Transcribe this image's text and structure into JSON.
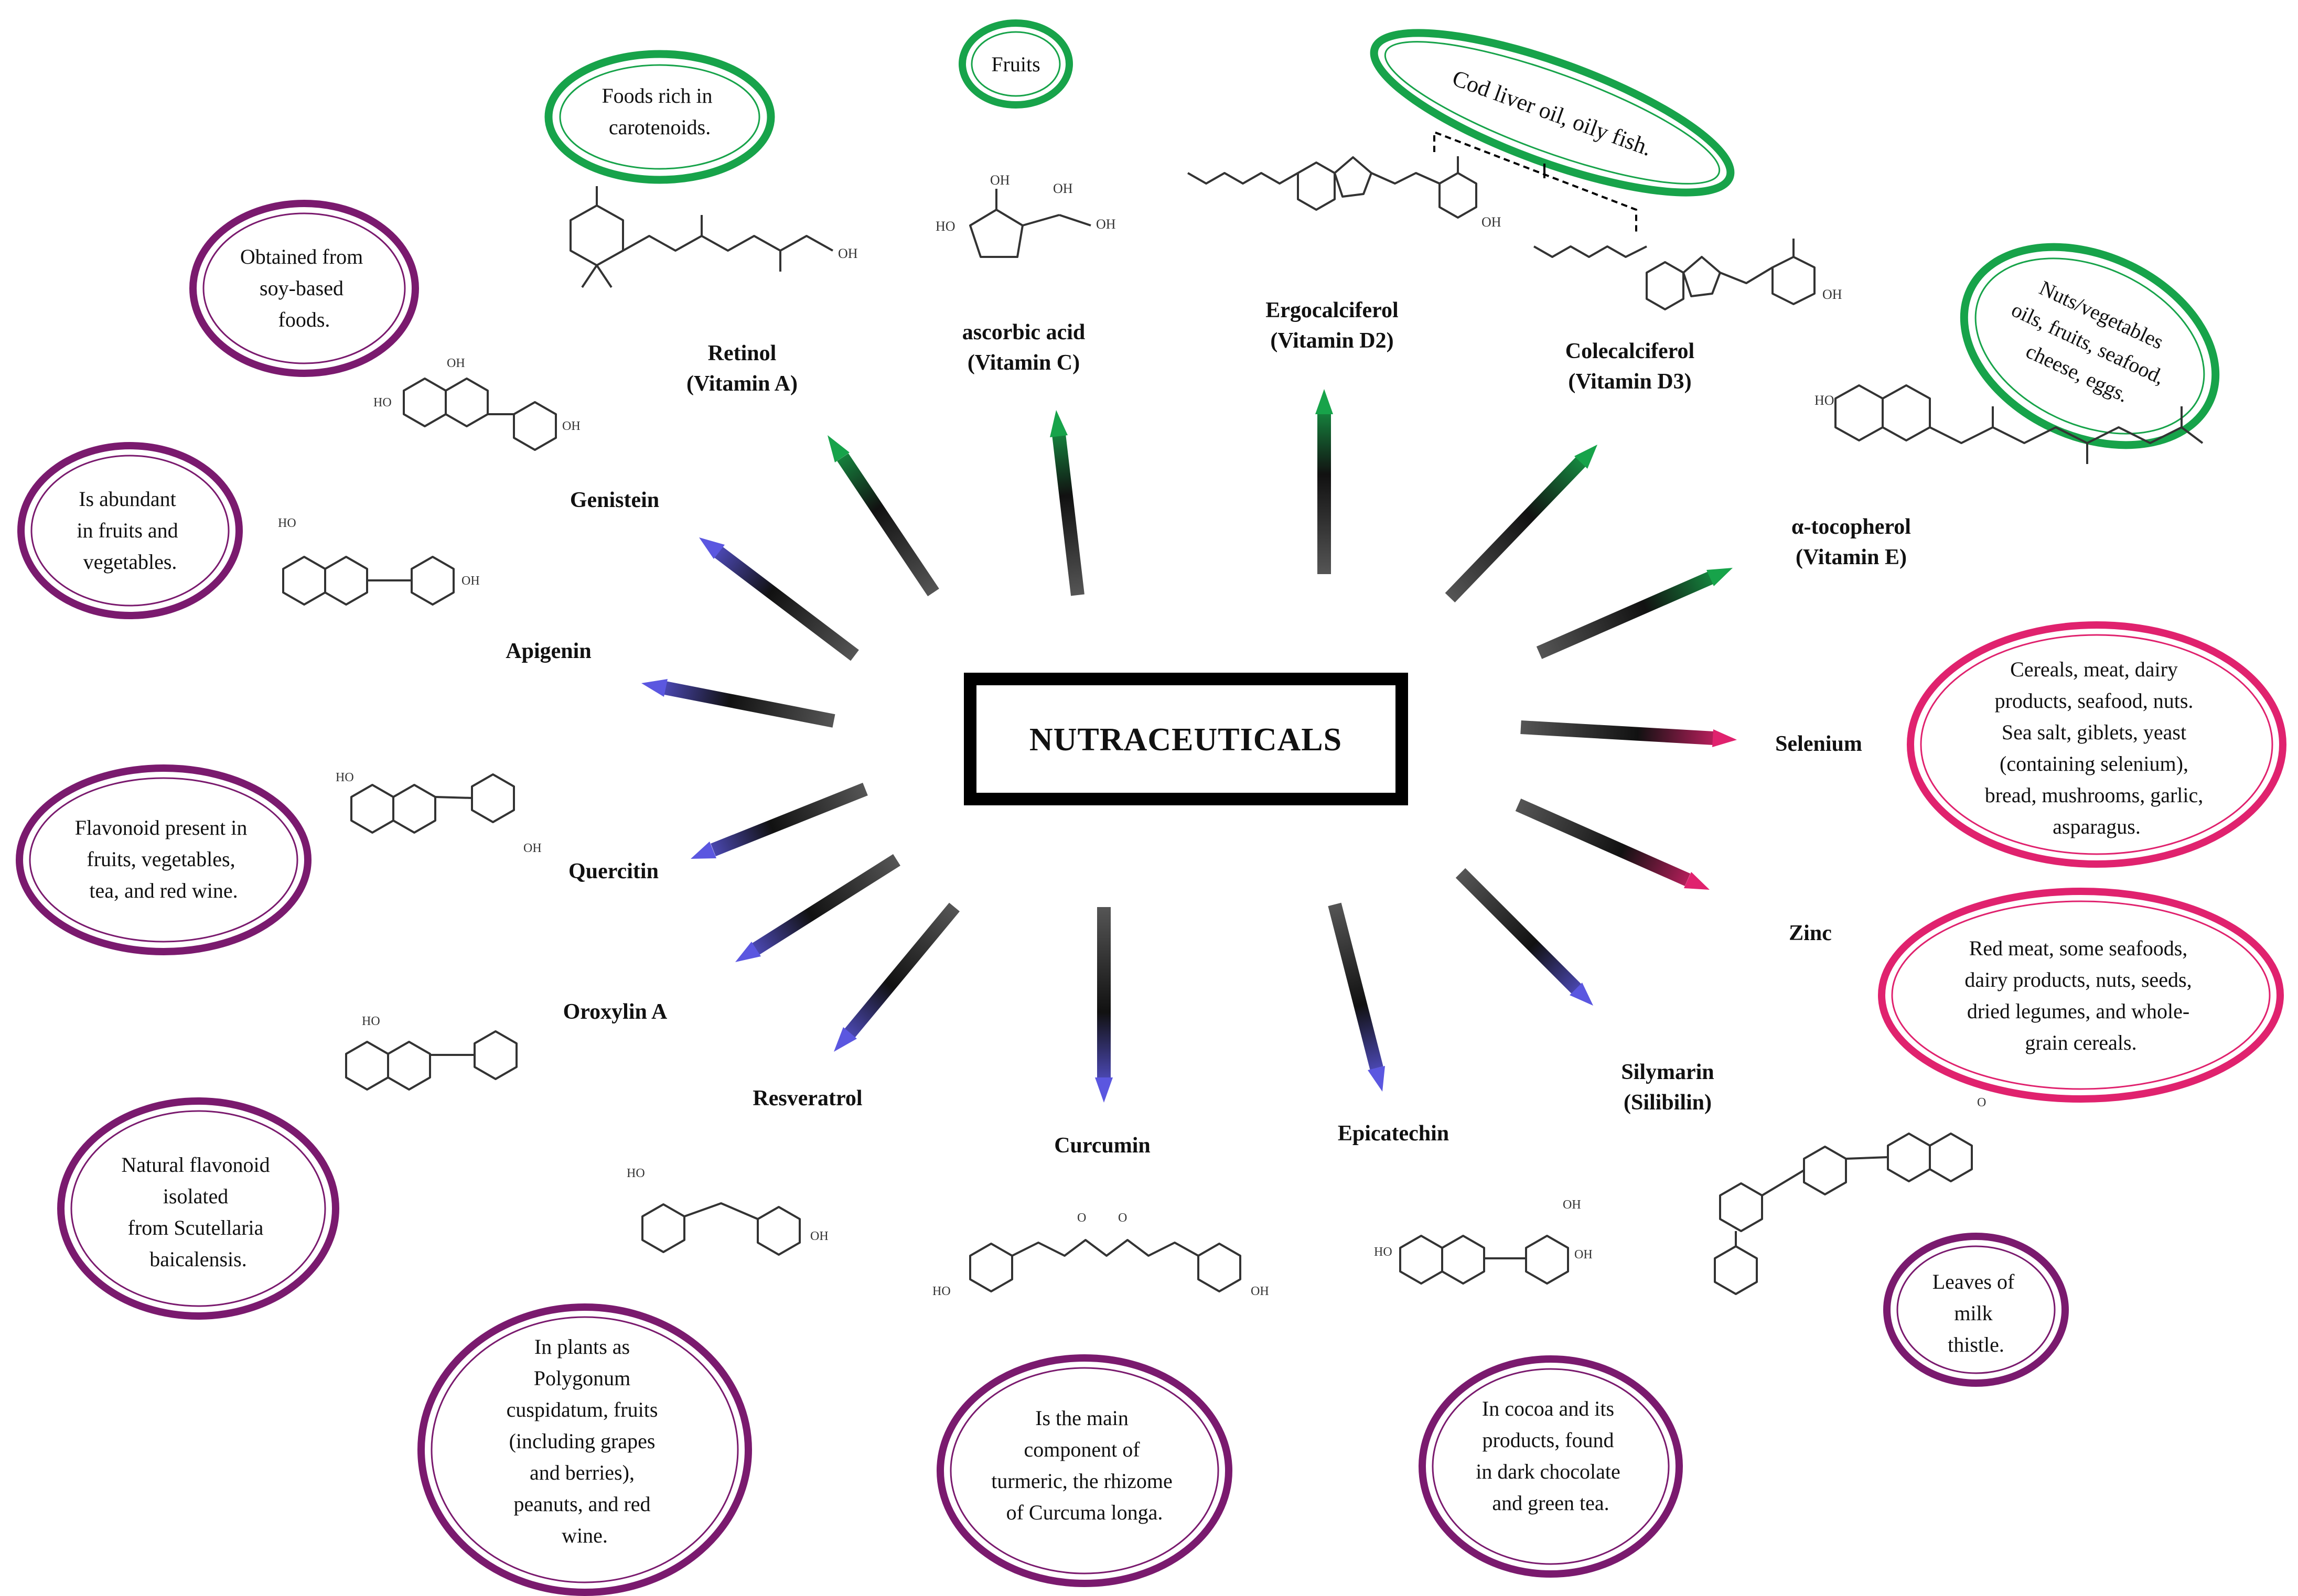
{
  "center": {
    "title": "NUTRACEUTICALS"
  },
  "colors": {
    "vitamin": "#17a34a",
    "polyphenol": "#5b57e0",
    "mineral": "#e0226e",
    "polyphenol_oval": "#7a1a6e",
    "ink": "#000000"
  },
  "compounds": [
    {
      "key": "retinol",
      "name": "Retinol",
      "name2": "(Vitamin A)",
      "group": "vitamin",
      "source": [
        "Foods rich in",
        "carotenoids."
      ]
    },
    {
      "key": "ascorbic",
      "name": "ascorbic acid",
      "name2": "(Vitamin C)",
      "group": "vitamin",
      "source": [
        "Fruits"
      ]
    },
    {
      "key": "ergocalciferol",
      "name": "Ergocalciferol",
      "name2": "(Vitamin D2)",
      "group": "vitamin",
      "source": [
        "Cod liver oil, oily fish."
      ]
    },
    {
      "key": "colecalciferol",
      "name": "Colecalciferol",
      "name2": "(Vitamin D3)",
      "group": "vitamin",
      "source": []
    },
    {
      "key": "tocopherol",
      "name": "α-tocopherol",
      "name2": "(Vitamin E)",
      "group": "vitamin",
      "source": [
        "Nuts/vegetables",
        "oils, fruits, seafood,",
        "cheese, eggs."
      ]
    },
    {
      "key": "selenium",
      "name": "Selenium",
      "name2": "",
      "group": "mineral",
      "source": [
        "Cereals, meat, dairy",
        "products, seafood, nuts.",
        "Sea salt, giblets, yeast",
        "(containing selenium),",
        "bread, mushrooms, garlic,",
        "asparagus."
      ]
    },
    {
      "key": "zinc",
      "name": "Zinc",
      "name2": "",
      "group": "mineral",
      "source": [
        "Red meat, some seafoods,",
        "dairy products, nuts, seeds,",
        "dried legumes, and whole-",
        "grain cereals."
      ]
    },
    {
      "key": "silymarin",
      "name": "Silymarin",
      "name2": "(Silibilin)",
      "group": "polyphenol",
      "source": [
        "Leaves of",
        "milk",
        "thistle."
      ]
    },
    {
      "key": "epicatechin",
      "name": "Epicatechin",
      "name2": "",
      "group": "polyphenol",
      "source": [
        "In cocoa and its",
        "products, found",
        "in dark chocolate",
        "and green tea."
      ]
    },
    {
      "key": "curcumin",
      "name": "Curcumin",
      "name2": "",
      "group": "polyphenol",
      "source": [
        "Is the main",
        "component of",
        "turmeric,  the rhizome",
        "of Curcuma longa."
      ]
    },
    {
      "key": "resveratrol",
      "name": "Resveratrol",
      "name2": "",
      "group": "polyphenol",
      "source": [
        "In plants as",
        "Polygonum",
        "cuspidatum, fruits",
        "(including grapes",
        "and berries),",
        "peanuts, and red",
        "wine."
      ]
    },
    {
      "key": "oroxylin",
      "name": "Oroxylin  A",
      "name2": "",
      "group": "polyphenol",
      "source": [
        "Natural flavonoid",
        "isolated",
        "from Scutellaria",
        "baicalensis."
      ]
    },
    {
      "key": "quercitin",
      "name": "Quercitin",
      "name2": "",
      "group": "polyphenol",
      "source": [
        "Flavonoid present in",
        "fruits, vegetables,",
        "tea, and red wine."
      ]
    },
    {
      "key": "apigenin",
      "name": "Apigenin",
      "name2": "",
      "group": "polyphenol",
      "source": [
        "Is abundant",
        "in fruits and",
        "vegetables."
      ]
    },
    {
      "key": "genistein",
      "name": "Genistein",
      "name2": "",
      "group": "polyphenol",
      "source": [
        "Obtained from",
        "soy-based",
        "foods."
      ]
    }
  ],
  "atoms": {
    "oh": "OH",
    "ho": "HO",
    "o": "O"
  }
}
